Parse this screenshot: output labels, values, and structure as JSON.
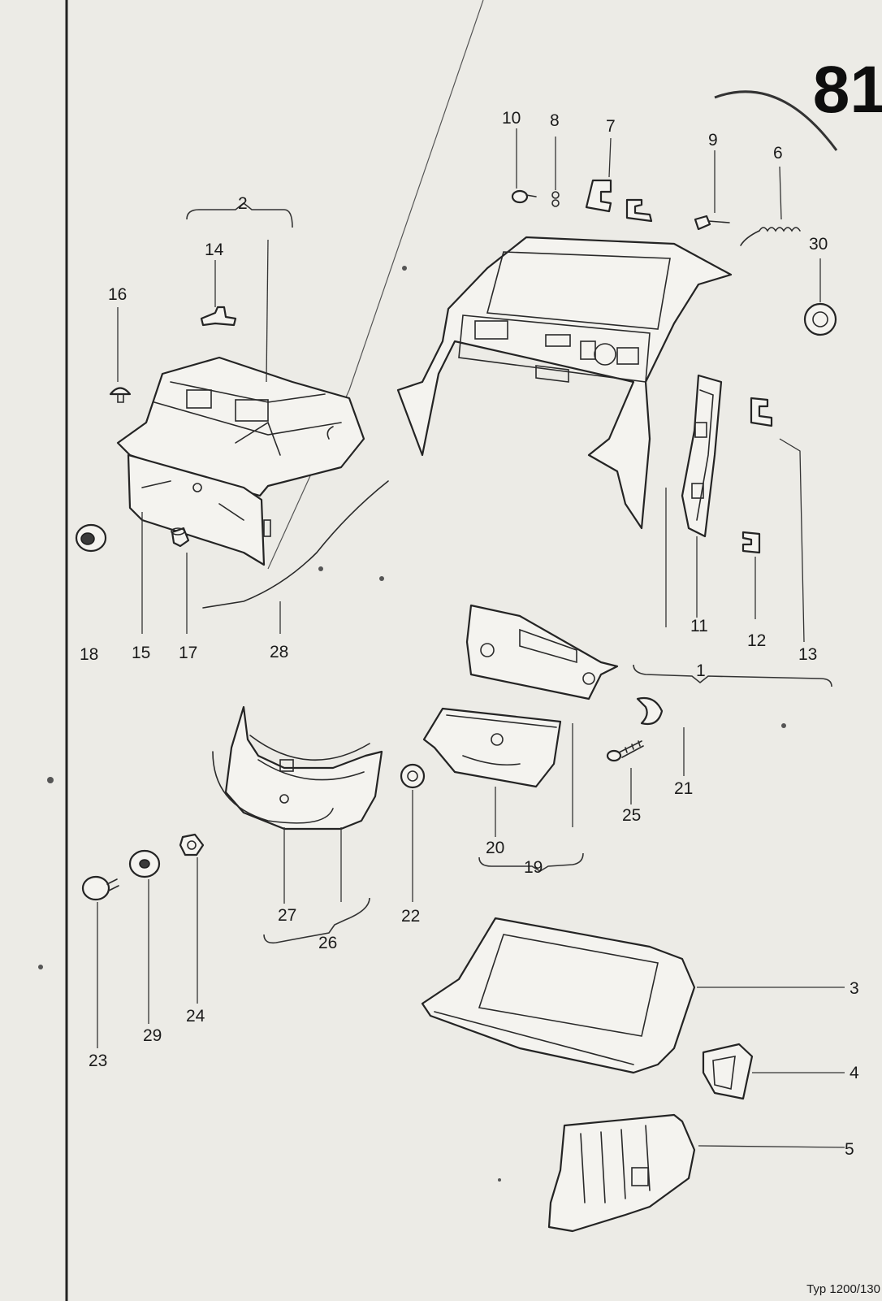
{
  "page": {
    "number": "81",
    "footer": "Typ 1200/130"
  },
  "callouts": {
    "c1": "1",
    "c2": "2",
    "c3": "3",
    "c4": "4",
    "c5": "5",
    "c6": "6",
    "c7": "7",
    "c8": "8",
    "c9": "9",
    "c10": "10",
    "c11": "11",
    "c12": "12",
    "c13": "13",
    "c14": "14",
    "c15": "15",
    "c16": "16",
    "c17": "17",
    "c18": "18",
    "c19": "19",
    "c20": "20",
    "c21": "21",
    "c22": "22",
    "c23": "23",
    "c24": "24",
    "c25": "25",
    "c26": "26",
    "c27": "27",
    "c28": "28",
    "c29": "29",
    "c30": "30"
  }
}
